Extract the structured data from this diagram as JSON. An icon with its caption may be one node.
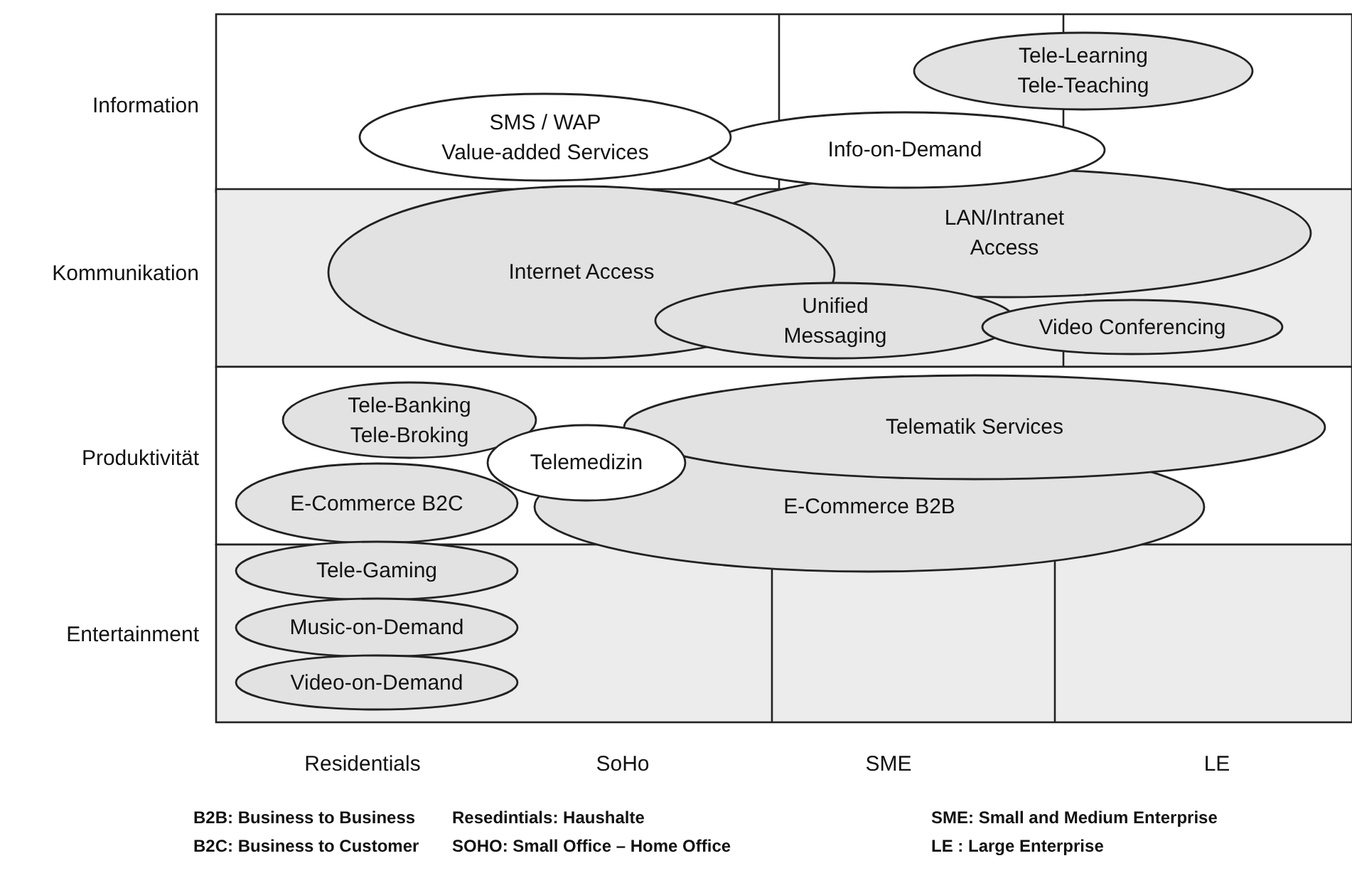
{
  "diagram": {
    "nodes": [
      {
        "text": [
          "Tele-Learning",
          "Tele-Teaching"
        ]
      },
      {
        "text": [
          "SMS / WAP",
          "Value-added Services"
        ]
      },
      {
        "text": [
          "Info-on-Demand"
        ]
      },
      {
        "text": [
          "LAN/Intranet Access"
        ]
      },
      {
        "text": [
          "Internet Access"
        ]
      },
      {
        "text": [
          "Unified Messaging"
        ]
      },
      {
        "text": [
          "Video Conferencing"
        ]
      },
      {
        "text": [
          "Tele-Banking",
          "Tele-Broking"
        ]
      },
      {
        "text": [
          "Telematik Services"
        ]
      },
      {
        "text": [
          "Telemedizin"
        ]
      },
      {
        "text": [
          "E-Commerce B2C"
        ]
      },
      {
        "text": [
          "E-Commerce B2B"
        ]
      },
      {
        "text": [
          "Tele-Gaming"
        ]
      },
      {
        "text": [
          "Music-on-Demand"
        ]
      },
      {
        "text": [
          "Video-on-Demand"
        ]
      }
    ],
    "edges": [],
    "labels": [
      "Information",
      "Kommunikation",
      "Produktivität",
      "Entertainment",
      "Residentials",
      "SoHo",
      "SME",
      "LE",
      "B2B: Business to Business",
      "Resedintials: Haushalte",
      "SME: Small and Medium Enterprise",
      "B2C: Business to Customer",
      "SOHO: Small Office – Home Office",
      "LE : Large Enterprise"
    ]
  }
}
